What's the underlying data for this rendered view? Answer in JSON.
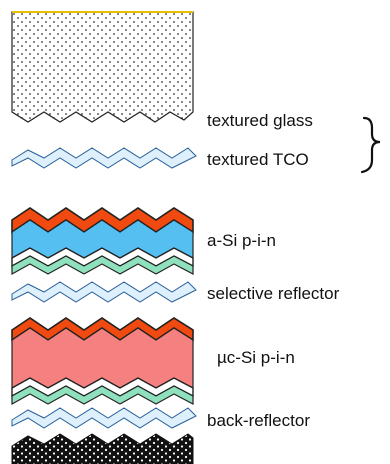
{
  "labels": {
    "textured_glass": "textured glass",
    "textured_tco": "textured TCO",
    "a_si": "a-Si p-i-n",
    "selective_reflector": "selective reflector",
    "uc_si": "µc-Si p-i-n",
    "back_reflector": "back-reflector"
  },
  "colors": {
    "glass_border": "#222222",
    "glass_top_edge": "#e8c000",
    "tco_fill": "#ddf0fb",
    "contact_red": "#f04a10",
    "asi_fill": "#54bff0",
    "green_layer": "#8fe0bc",
    "uc_fill": "#f58080",
    "back_contact": "#111111"
  }
}
